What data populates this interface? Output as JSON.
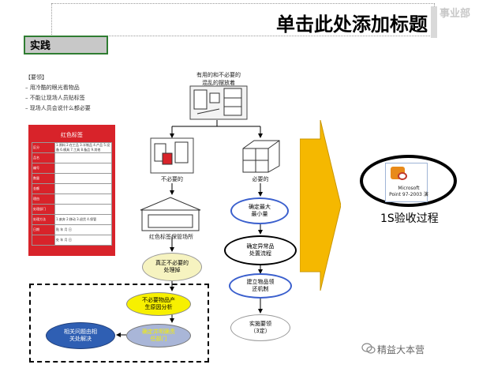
{
  "title": "单击此处添加标题",
  "corner_mark": "事业部",
  "section_label": "实践",
  "notes": {
    "heading": "【要领】",
    "items": [
      "– 用冷酷的眼光看物品",
      "– 不能让现场人员贴标签",
      "– 现场人员会说什么都必要"
    ]
  },
  "red_tag": {
    "title": "红色标签",
    "rows": [
      {
        "h": "区分",
        "v": "1.原料 2.在工品 3.半制品 4.产品 5.设备 6.模具 7.工具 8.备品 9.其他"
      },
      {
        "h": "品名",
        "v": ""
      },
      {
        "h": "编号",
        "v": ""
      },
      {
        "h": "数量",
        "v": ""
      },
      {
        "h": "金额",
        "v": ""
      },
      {
        "h": "理由",
        "v": ""
      },
      {
        "h": "处理部门",
        "v": ""
      },
      {
        "h": "处理方法",
        "v": "1.废弃 2.移动 3.退货 4.保管"
      },
      {
        "h": "日期",
        "v": "贴 年 月 日"
      },
      {
        "h": "",
        "v": "处 年 月 日"
      }
    ]
  },
  "nodes": {
    "top_label": "有用的和不必要的\n混乱的摆放着",
    "unnecessary": "不必要的",
    "necessary": "必要的",
    "storage": "红色标签保管场所",
    "truly_unnecessary": "真正不必要的\n处理掉",
    "cause_analysis": "不必要物品产\n生原因分析",
    "responsible_dept": "确定并明确责\n任部门",
    "related_issues": "相关问题由相\n关处解决",
    "max_min": "确定最大\n最小量",
    "abnormal_process": "确定异常品\n处置流程",
    "requisition": "建立物品领\n还机制",
    "implement": "实施要领\n（3定）"
  },
  "result": {
    "doc_title": "Microsoft",
    "doc_sub": "Point 97-2003 演",
    "label": "1S验收过程"
  },
  "footer": "精益大本营",
  "colors": {
    "accent_green": "#2f7d32",
    "tag_red": "#d8232a",
    "chevron": "#f5b800",
    "yellow_oval": "#f7f000",
    "blue_oval": "#2f5fb3",
    "cream_oval": "#f6f3c0"
  }
}
